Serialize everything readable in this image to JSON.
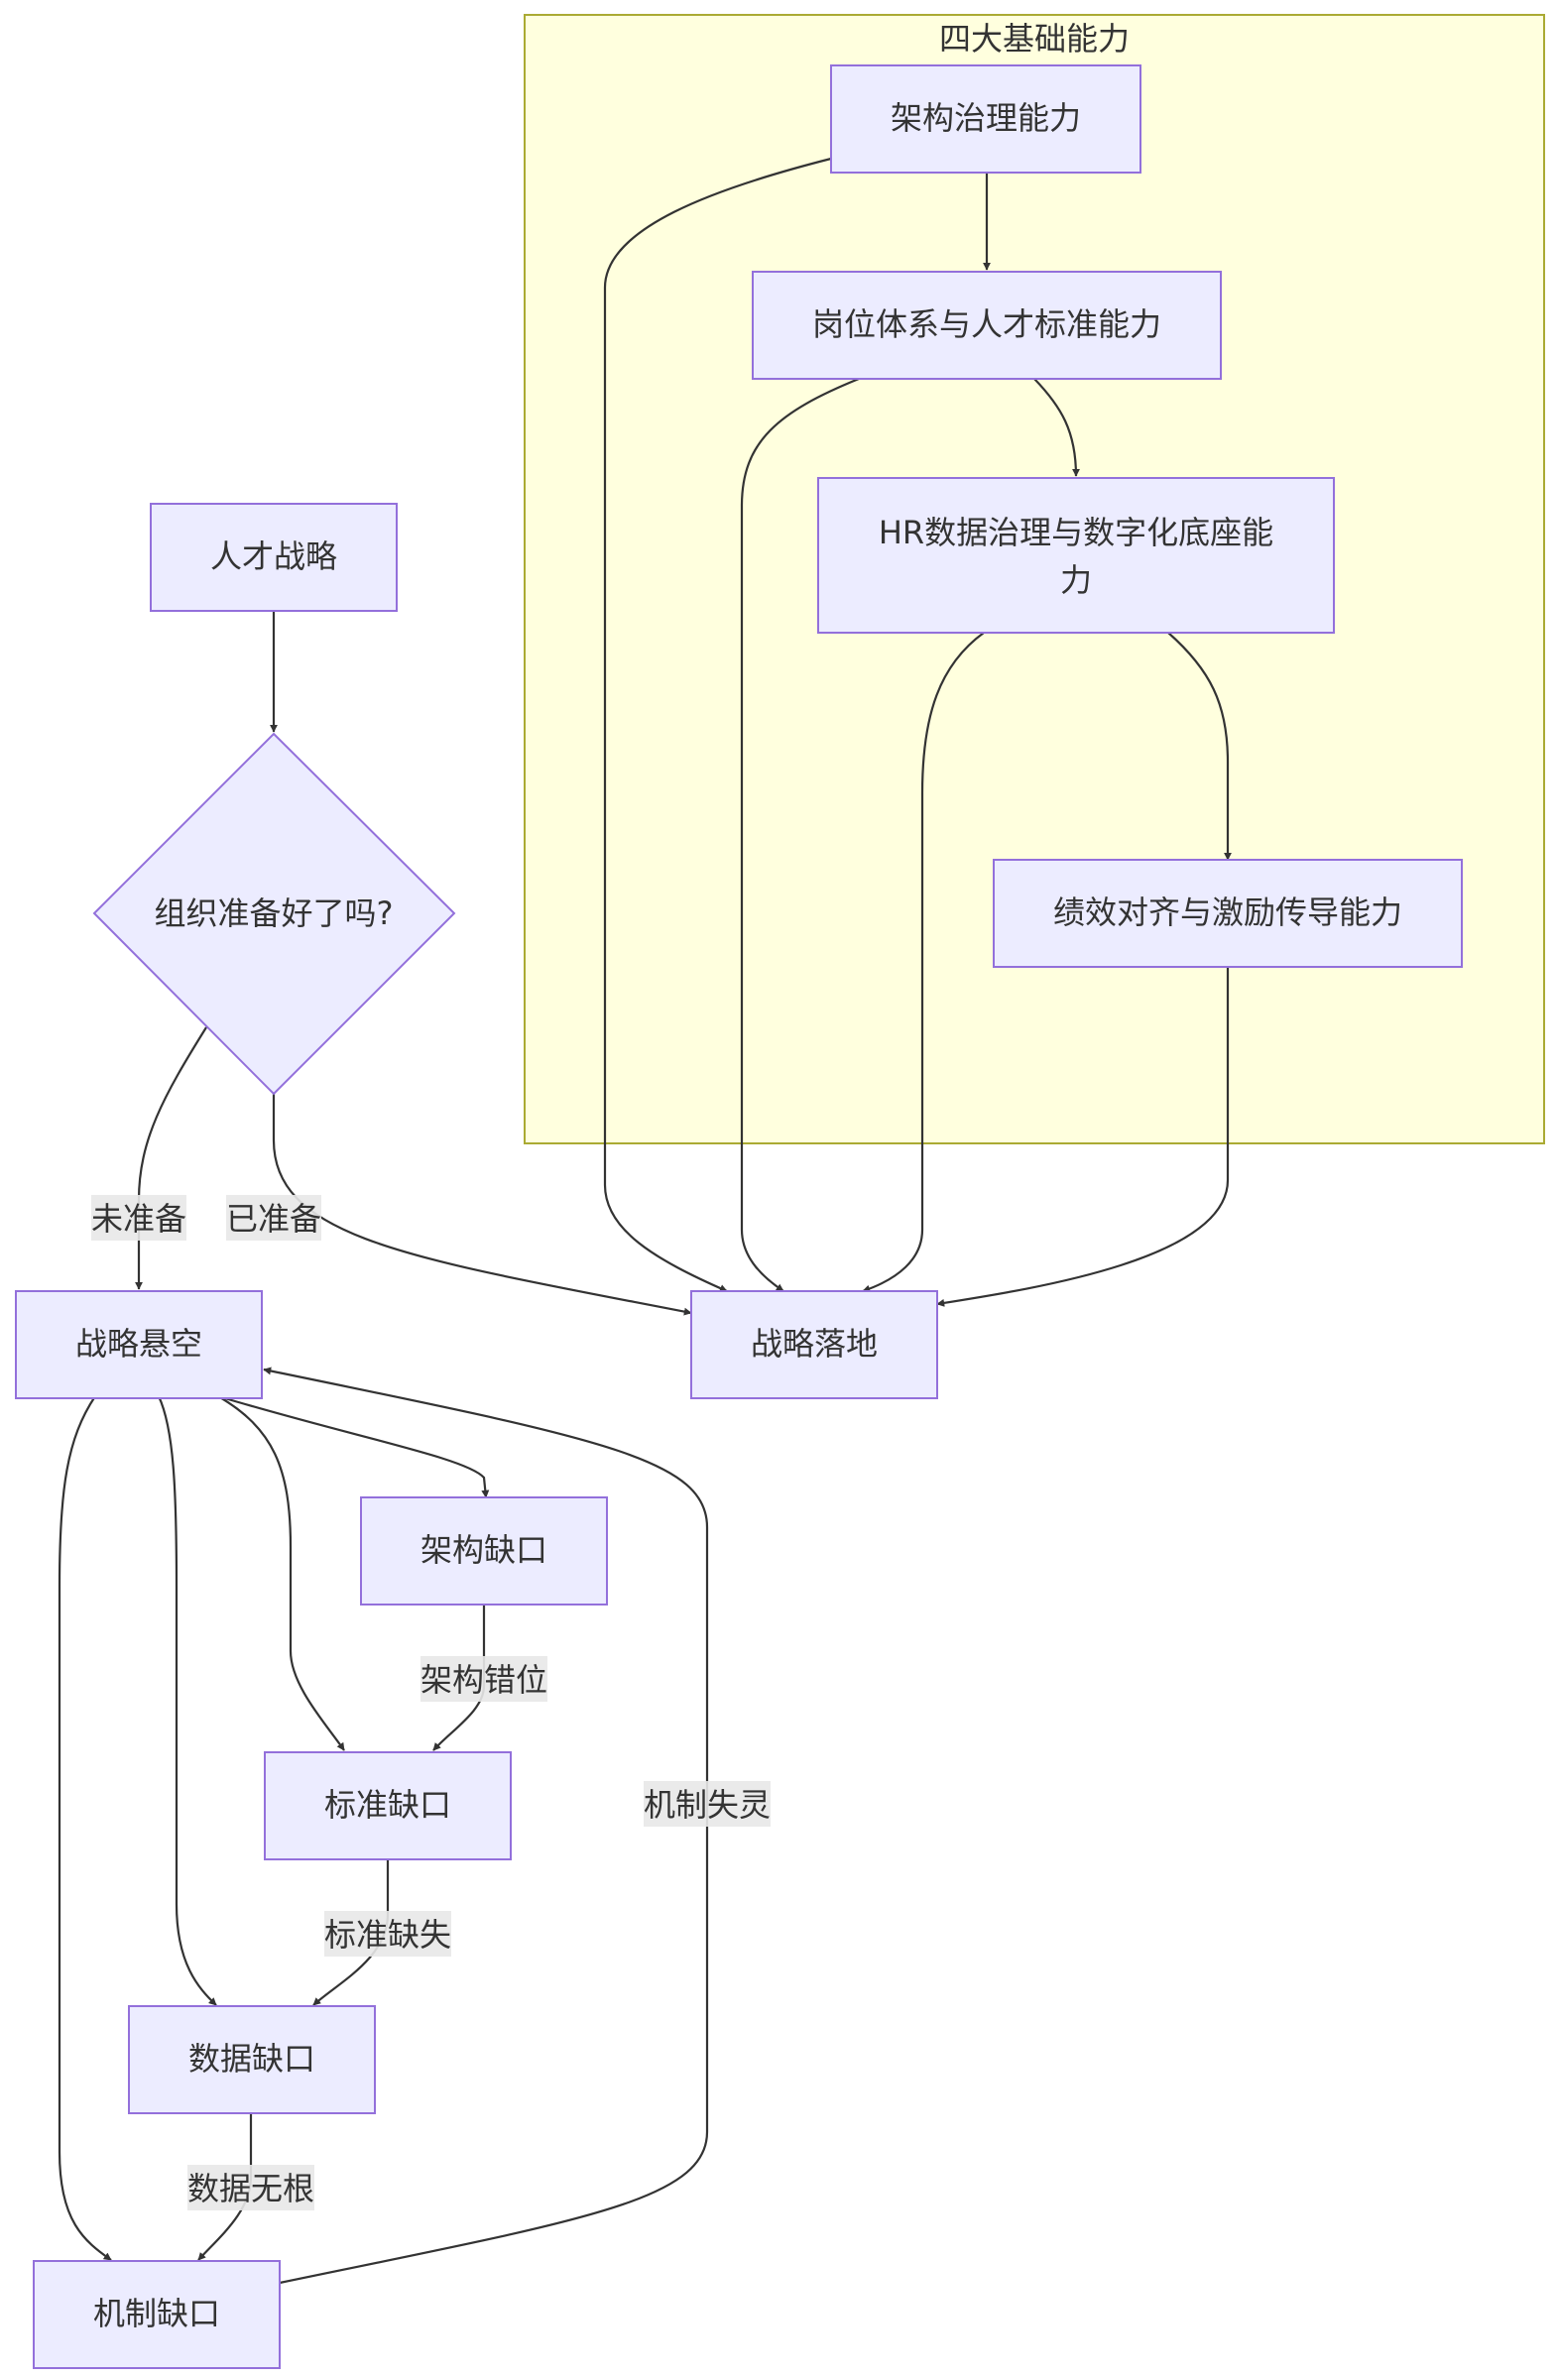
{
  "cluster": {
    "title": "四大基础能力"
  },
  "nodes": {
    "jiagou_zhili": "架构治理能力",
    "gangwei": "岗位体系与人才标准能力",
    "hr_data_line1": "HR数据治理与数字化底座能",
    "hr_data_line2": "力",
    "jixiao": "绩效对齐与激励传导能力",
    "rencai": "人才战略",
    "decision": "组织准备好了吗?",
    "xuankong": "战略悬空",
    "luodi": "战略落地",
    "jiagou_quekou": "架构缺口",
    "biaozhun_quekou": "标准缺口",
    "shuju_quekou": "数据缺口",
    "jizhi_quekou": "机制缺口"
  },
  "edge_labels": {
    "weizhunbei": "未准备",
    "yizhunbei": "已准备",
    "jiagou_cuowei": "架构错位",
    "biaozhun_queshi": "标准缺失",
    "shuju_wugen": "数据无根",
    "jizhi_shiling": "机制失灵"
  },
  "colors": {
    "node_fill": "#ECECFF",
    "node_stroke": "#9370DB",
    "cluster_fill": "#FFFFDE",
    "cluster_stroke": "#AAAA33",
    "edge": "#333333",
    "edge_label_bg": "#E8E8E8"
  }
}
